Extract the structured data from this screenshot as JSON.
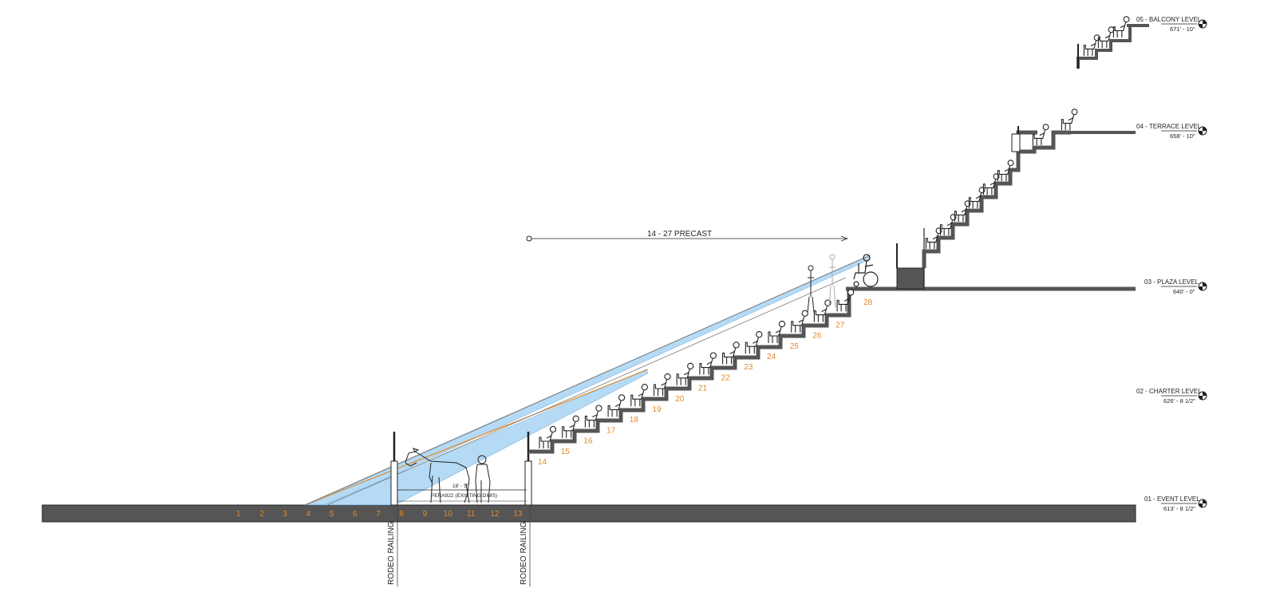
{
  "levels": [
    {
      "id": "event",
      "name": "01 - EVENT LEVEL",
      "elevation": "613' - 8 1/2\""
    },
    {
      "id": "charter",
      "name": "02 - CHARTER LEVEL",
      "elevation": "626' - 8 1/2\""
    },
    {
      "id": "plaza",
      "name": "03 - PLAZA LEVEL",
      "elevation": "640' - 0\""
    },
    {
      "id": "terrace",
      "name": "04 - TERRACE LEVEL",
      "elevation": "658' - 10\""
    },
    {
      "id": "balcony",
      "name": "05 - BALCONY LEVEL",
      "elevation": "671' - 10\""
    }
  ],
  "floor_row_numbers": [
    "1",
    "2",
    "3",
    "4",
    "5",
    "6",
    "7",
    "8",
    "9",
    "10",
    "11",
    "12",
    "13"
  ],
  "seat_row_numbers": [
    "14",
    "15",
    "16",
    "17",
    "18",
    "19",
    "20",
    "21",
    "22",
    "23",
    "24",
    "25",
    "26",
    "27",
    "28"
  ],
  "railing_label": "RODEO RAILING",
  "precast_label": "14 - 27 PRECAST",
  "dimension_note": {
    "dim": "16' - 5\"",
    "ref": "PERA922 (EXISTING DIMS)"
  },
  "colors": {
    "structure": "#555555",
    "structure_edge": "#222222",
    "row_numbers": "#e08a2c",
    "sightline_fill": "#a9d4f5",
    "sightline_orange": "#e08a2c",
    "sightline_gray": "#7a7a7a"
  }
}
